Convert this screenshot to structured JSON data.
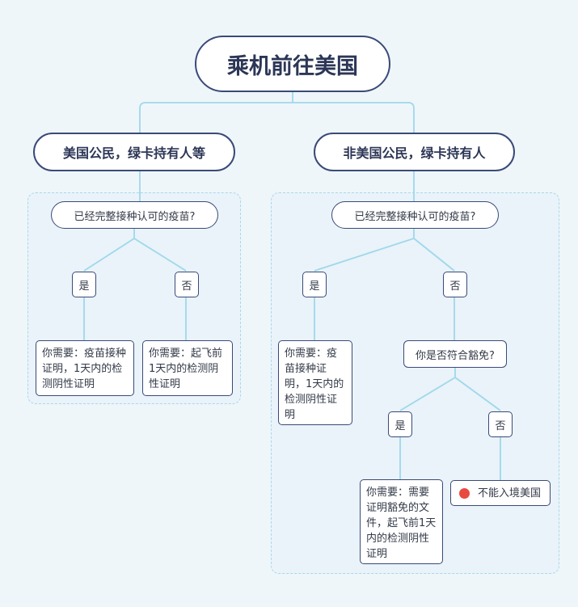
{
  "root": {
    "title": "乘机前往美国"
  },
  "left_branch": {
    "title": "美国公民，绿卡持有人等",
    "question": "已经完整接种认可的疫苗?",
    "yes_label": "是",
    "no_label": "否",
    "yes_result": "你需要：疫苗接种证明，1天内的检测阴性证明",
    "no_result": "你需要：起飞前1天内的检测阴性证明"
  },
  "right_branch": {
    "title": "非美国公民，绿卡持有人",
    "question": "已经完整接种认可的疫苗?",
    "yes_label": "是",
    "no_label": "否",
    "yes_result": "你需要：疫苗接种证明，1天内的检测阴性证明",
    "exemption_question": "你是否符合豁免?",
    "exempt_yes_label": "是",
    "exempt_no_label": "否",
    "exempt_yes_result": "你需要：需要证明豁免的文件，起飞前1天内的检测阴性证明",
    "exempt_no_result": "不能入境美国"
  },
  "colors": {
    "background": "#eef6fa",
    "node_border": "#3a4a78",
    "connector": "#9fd8ea",
    "group_border": "#a9d8ec",
    "deny_dot": "#e84a3f"
  }
}
